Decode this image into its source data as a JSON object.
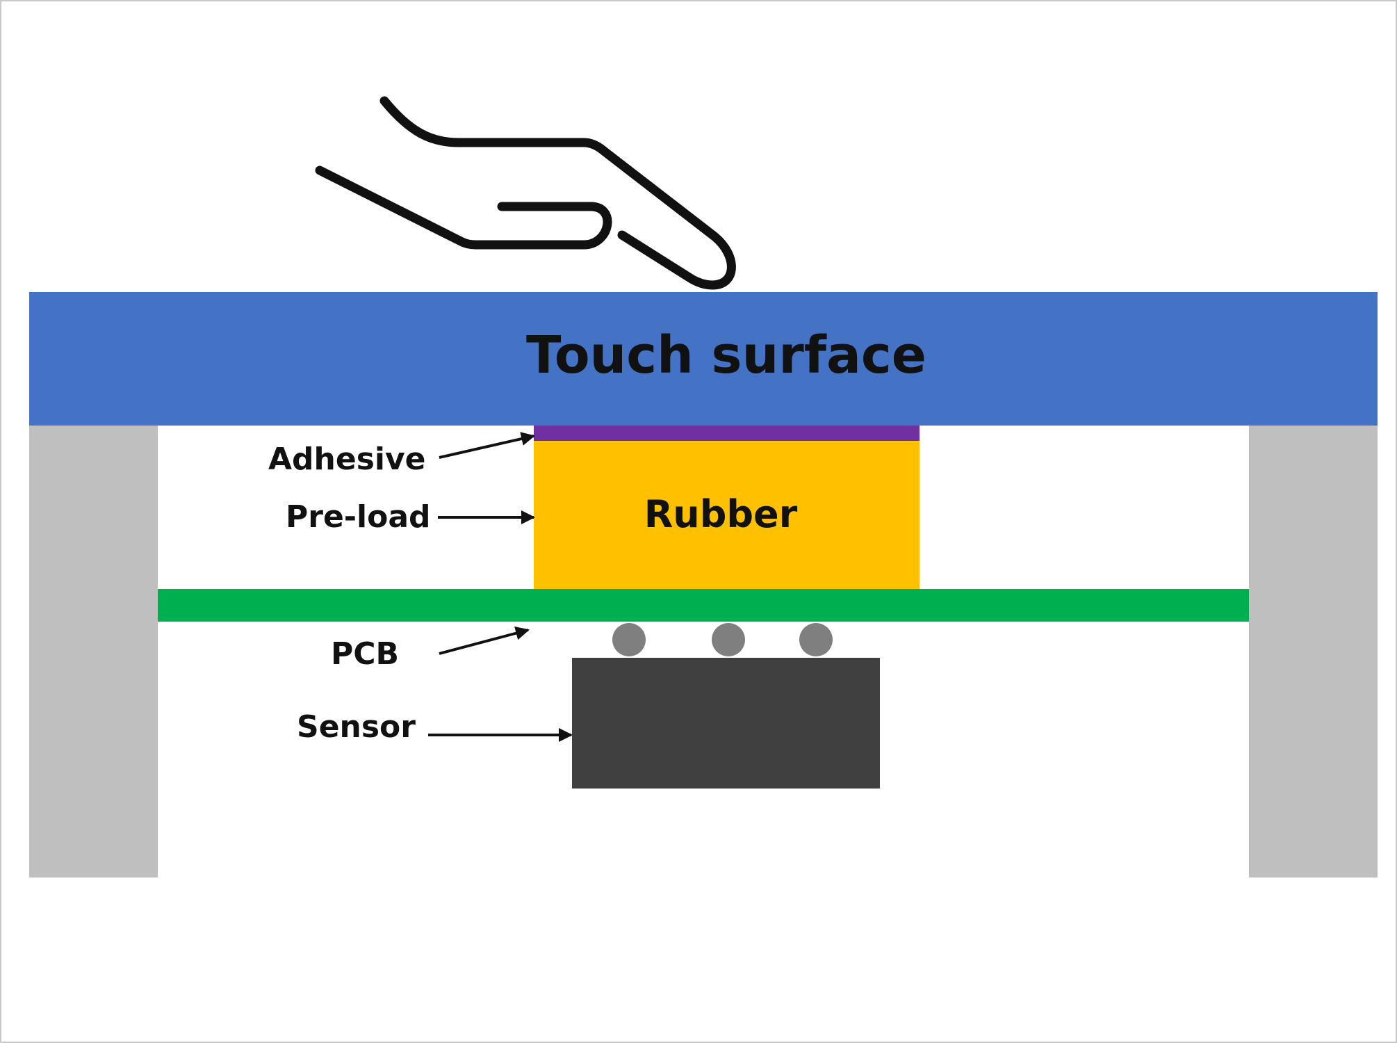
{
  "diagram": {
    "labels": {
      "touch_surface": "Touch surface",
      "rubber": "Rubber",
      "adhesive": "Adhesive",
      "preload": "Pre-load",
      "pcb": "PCB",
      "sensor": "Sensor"
    },
    "colors": {
      "touch_surface": "#4472C4",
      "adhesive": "#7030A0",
      "rubber": "#FFC000",
      "pcb": "#00B050",
      "sensor": "#404040",
      "solder_ball": "#7F7F7F",
      "support": "#BFBFBF",
      "frame_border": "#C8C8C8",
      "text": "#111111"
    },
    "icons": {
      "hand": "hand-icon",
      "arrow": "arrow-icon"
    }
  }
}
